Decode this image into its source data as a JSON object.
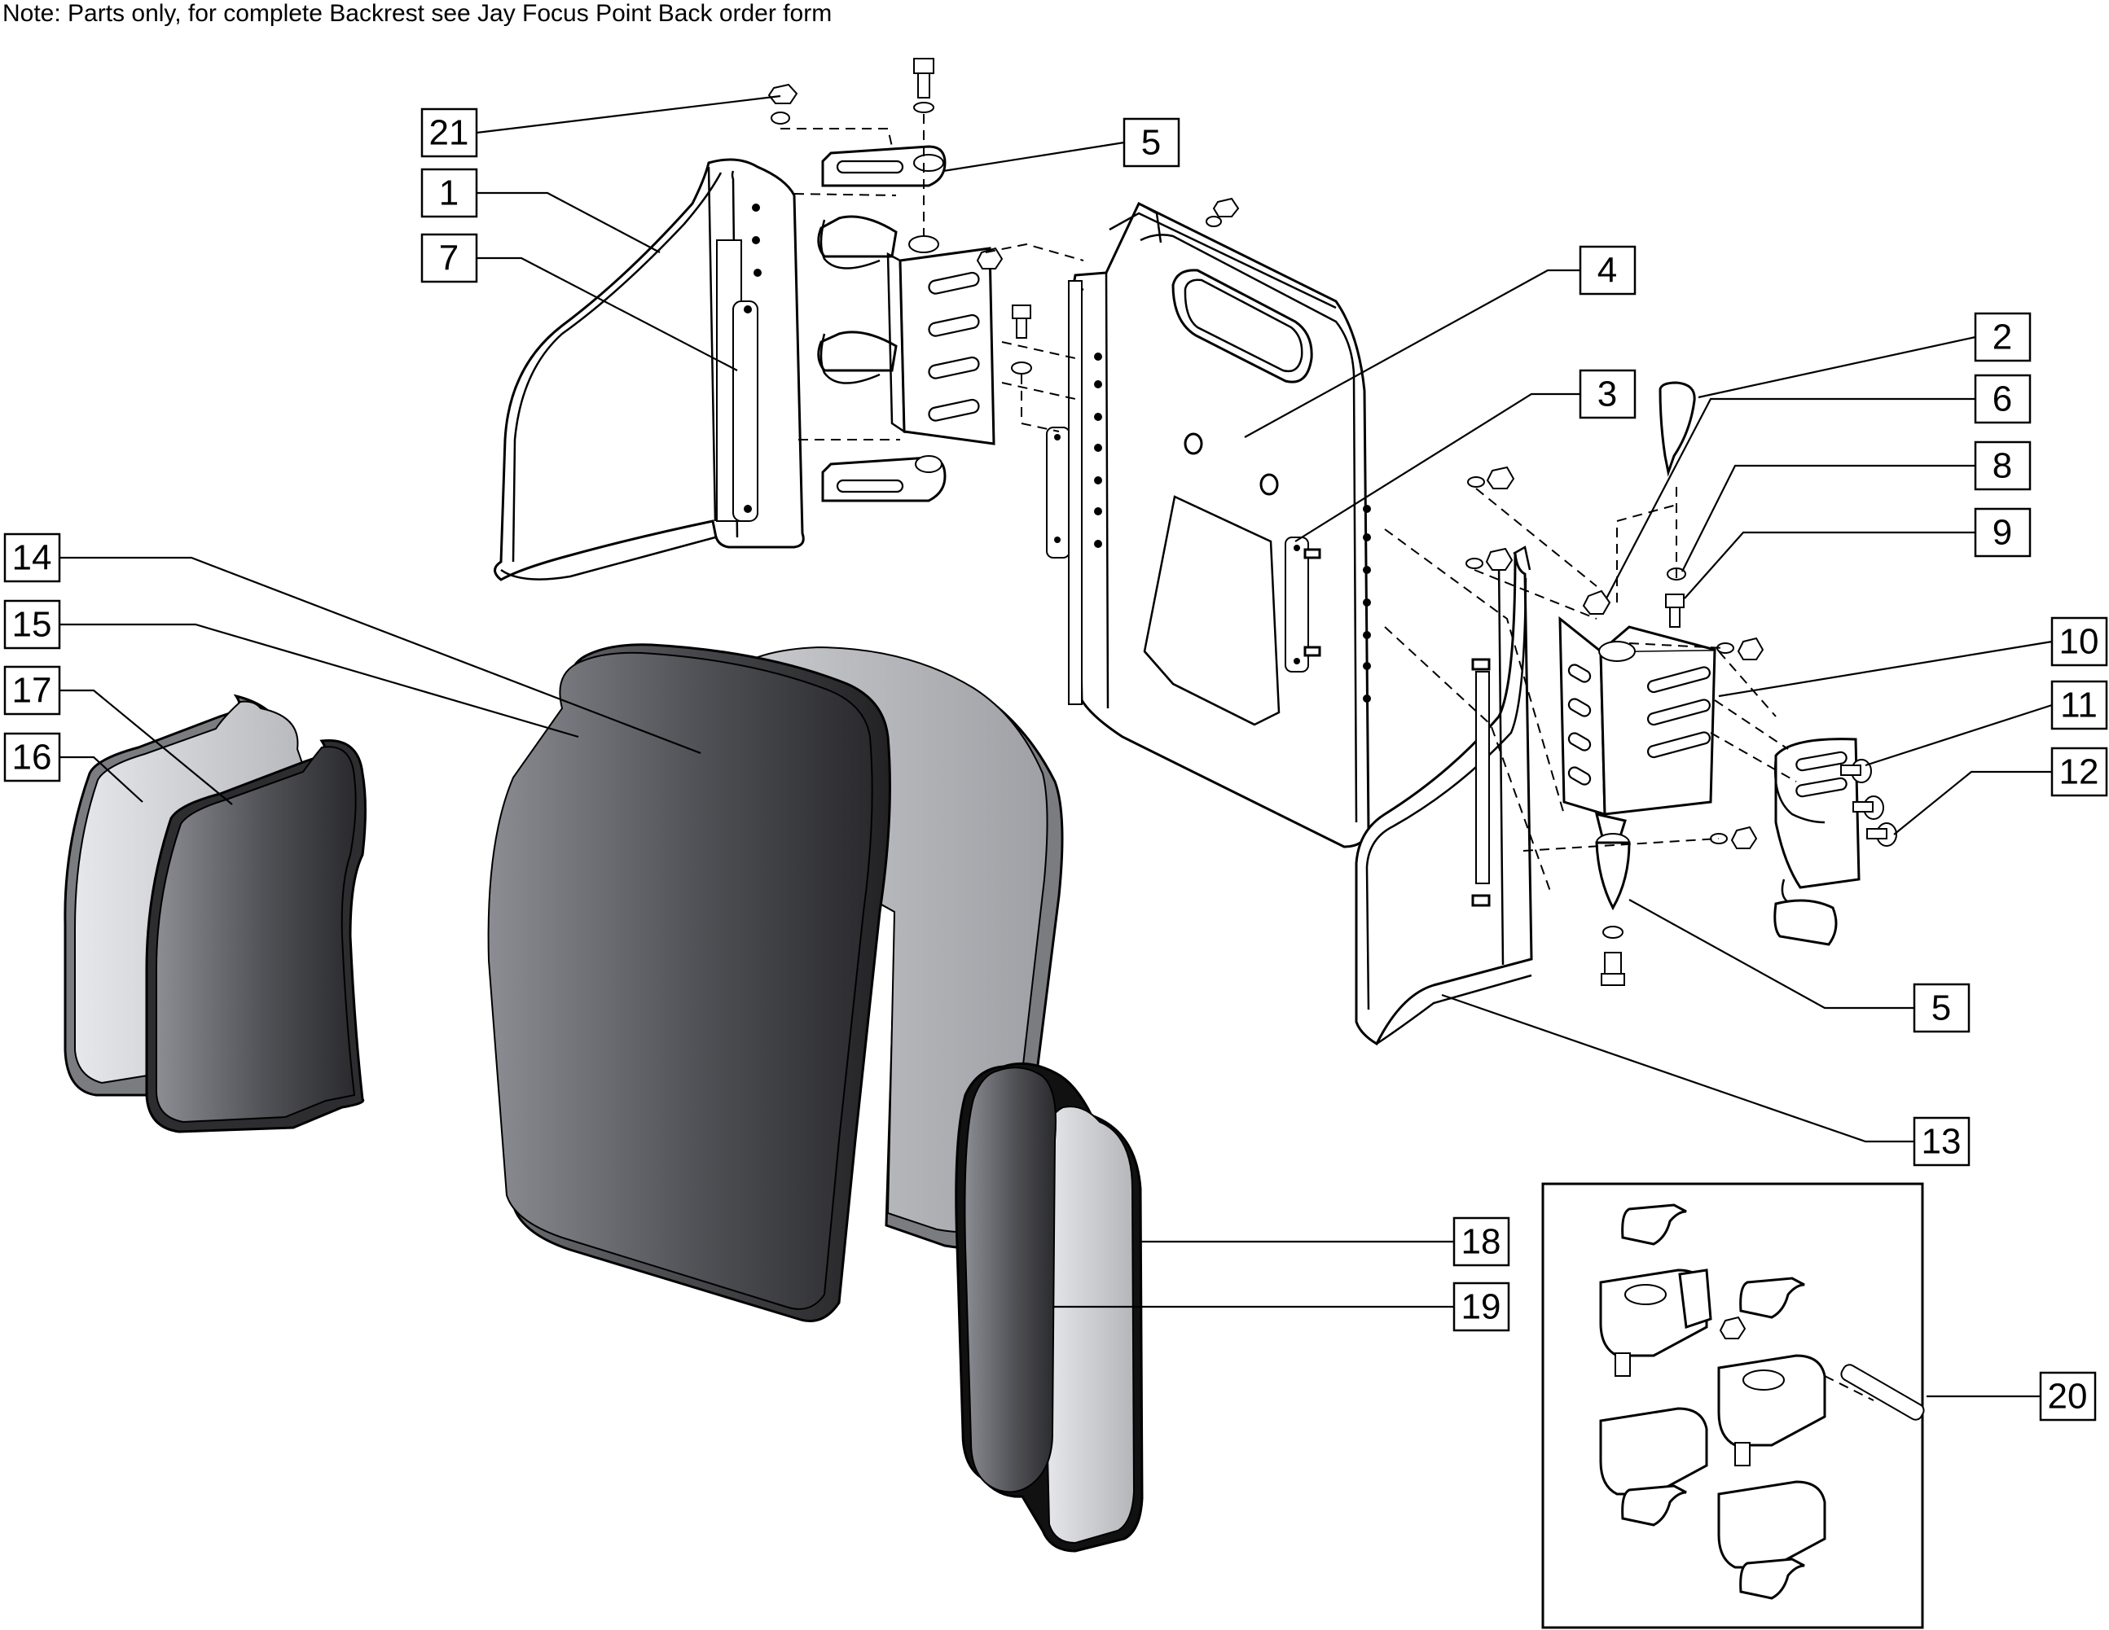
{
  "note": "Note: Parts only, for complete Backrest see Jay Focus Point Back order form",
  "callouts": [
    "21",
    "1",
    "7",
    "5",
    "4",
    "3",
    "2",
    "6",
    "8",
    "9",
    "10",
    "11",
    "12",
    "5",
    "13",
    "14",
    "15",
    "17",
    "16",
    "18",
    "19",
    "20"
  ]
}
